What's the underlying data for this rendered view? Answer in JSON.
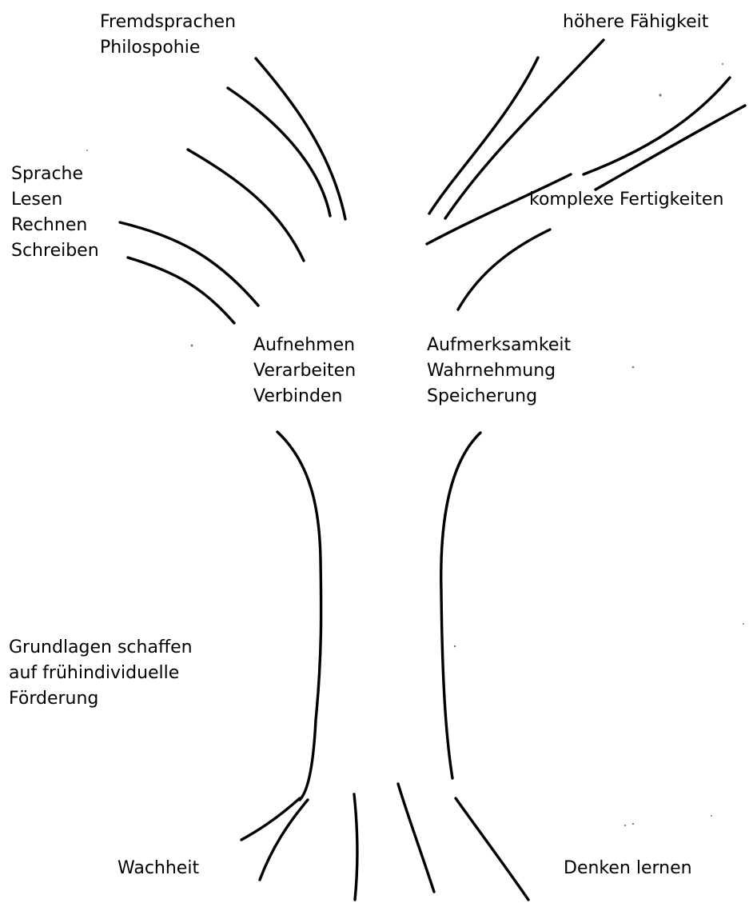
{
  "labels": {
    "top_left": [
      "Fremdsprachen",
      "Philospohie"
    ],
    "top_right": [
      "höhere Fähigkeit"
    ],
    "left_branch": [
      "Sprache",
      "Lesen",
      "Rechnen",
      "Schreiben"
    ],
    "right_branch": [
      "komplexe Fertigkeiten"
    ],
    "center_left": [
      "Aufnehmen",
      "Verarbeiten",
      "Verbinden"
    ],
    "center_right": [
      "Aufmerksamkeit",
      "Wahrnehmung",
      "Speicherung"
    ],
    "trunk_left": [
      "Grundlagen schaffen",
      "auf frühindividuelle",
      "Förderung"
    ],
    "root_left": [
      "Wachheit"
    ],
    "root_right": [
      "Denken lernen"
    ]
  },
  "colors": {
    "ink": "#000000",
    "background": "#ffffff"
  }
}
